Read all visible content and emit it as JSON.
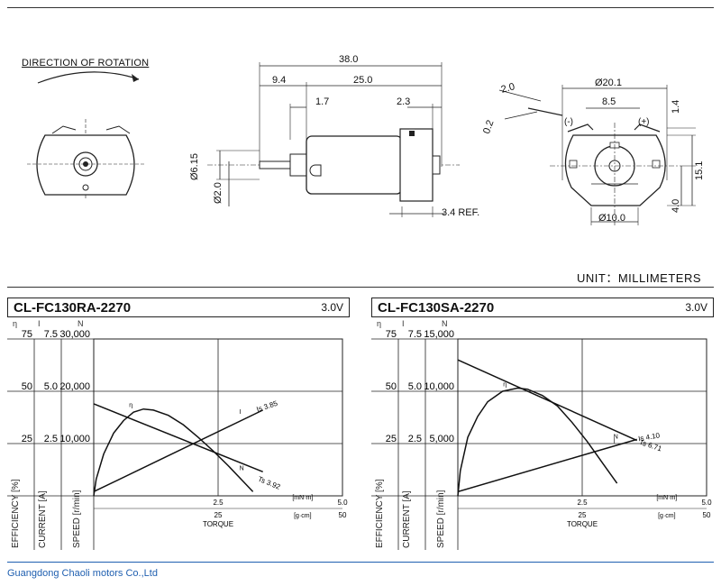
{
  "top_divider": true,
  "rotation": {
    "label": "DIRECTION OF ROTATION"
  },
  "side_dims": {
    "overall": "38.0",
    "shaft_len": "9.4",
    "body_len": "25.0",
    "d1": "1.7",
    "d2": "2.3",
    "shaft_dia1": "Ø6.15",
    "shaft_dia2": "Ø2.0",
    "ref": "3.4 REF."
  },
  "rear_dims": {
    "t1": "2.0",
    "t2": "0.2",
    "width": "Ø20.1",
    "pitch": "8.5",
    "neg": "(-)",
    "pos": "(+)",
    "h1": "1.4",
    "height": "15.1",
    "h2": "4.0",
    "bottom_dia": "Ø10.0"
  },
  "unit": "UNIT：MILLIMETERS",
  "footer": "Guangdong Chaoli motors Co.,Ltd",
  "chart_data": [
    {
      "type": "line",
      "title": "CL-FC130RA-2270",
      "voltage": "3.0V",
      "y_axes": [
        {
          "symbol": "η",
          "label": "EFFICIENCY [%]",
          "ticks": [
            "75",
            "50",
            "25"
          ]
        },
        {
          "symbol": "I",
          "label": "CURRENT [A]",
          "ticks": [
            "7.5",
            "5.0",
            "2.5"
          ]
        },
        {
          "symbol": "N",
          "label": "SPEED [r/min]",
          "ticks": [
            "30,000",
            "20,000",
            "10,000"
          ]
        }
      ],
      "x_axis": {
        "label": "TORQUE",
        "unit1": "[mN·m]",
        "ticks1": [
          "2.5",
          "5.0"
        ],
        "unit2": "[g·cm]",
        "ticks2": [
          "25",
          "50"
        ]
      },
      "xlim_mNm": [
        0,
        5.0
      ],
      "ylim_speed": [
        0,
        30000
      ],
      "series": [
        {
          "name": "N",
          "x": [
            0,
            3.4
          ],
          "y": [
            17600,
            4600
          ]
        },
        {
          "name": "I",
          "x": [
            0,
            3.4
          ],
          "y": [
            0.2,
            4.1
          ]
        },
        {
          "name": "η",
          "x": [
            0,
            0.05,
            0.2,
            0.4,
            0.6,
            0.8,
            1.0,
            1.2,
            1.5,
            1.8,
            2.1,
            2.4,
            2.7,
            3.0,
            3.2
          ],
          "y": [
            0,
            8,
            20,
            30,
            36,
            40,
            41.5,
            41,
            38.5,
            34,
            28,
            21.5,
            14.5,
            7,
            2
          ]
        }
      ],
      "annotations": [
        "Is 3.85",
        "Ts 3.92",
        "η",
        "I",
        "N"
      ]
    },
    {
      "type": "line",
      "title": "CL-FC130SA-2270",
      "voltage": "3.0V",
      "y_axes": [
        {
          "symbol": "η",
          "label": "EFFICIENCY [%]",
          "ticks": [
            "75",
            "50",
            "25"
          ]
        },
        {
          "symbol": "I",
          "label": "CURRENT [A]",
          "ticks": [
            "7.5",
            "5.0",
            "2.5"
          ]
        },
        {
          "symbol": "N",
          "label": "SPEED [r/min]",
          "ticks": [
            "15,000",
            "10,000",
            "5,000"
          ]
        }
      ],
      "x_axis": {
        "label": "TORQUE",
        "unit1": "[mN·m]",
        "ticks1": [
          "2.5",
          "5.0"
        ],
        "unit2": "[g·cm]",
        "ticks2": [
          "25",
          "50"
        ]
      },
      "xlim_mNm": [
        0,
        5.0
      ],
      "ylim_speed": [
        0,
        15000
      ],
      "series": [
        {
          "name": "N",
          "x": [
            0,
            3.6
          ],
          "y": [
            13000,
            5300
          ]
        },
        {
          "name": "I",
          "x": [
            0,
            3.6
          ],
          "y": [
            0.2,
            2.7
          ]
        },
        {
          "name": "η",
          "x": [
            0,
            0.05,
            0.2,
            0.4,
            0.6,
            0.9,
            1.2,
            1.4,
            1.7,
            2.0,
            2.3,
            2.6,
            2.9,
            3.2
          ],
          "y": [
            0,
            12,
            28,
            38,
            45,
            50,
            51.5,
            51,
            48,
            43,
            35,
            26,
            16,
            6
          ]
        }
      ],
      "annotations": [
        "Ts 6.71",
        "Is 4.10",
        "η",
        "I",
        "N"
      ]
    }
  ]
}
